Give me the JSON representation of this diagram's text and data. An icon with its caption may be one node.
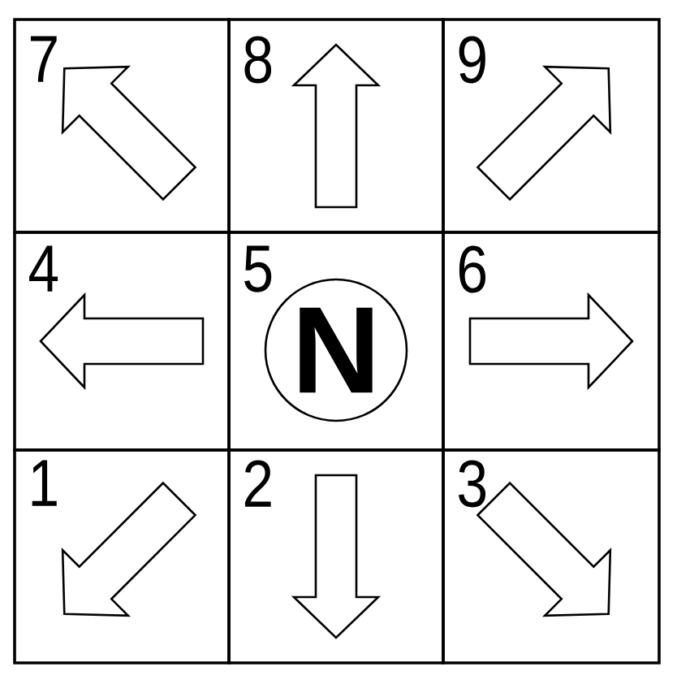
{
  "diagram": {
    "nodes": [
      {
        "text": [
          "7"
        ]
      },
      {
        "text": [
          "8"
        ]
      },
      {
        "text": [
          "9"
        ]
      },
      {
        "text": [
          "4"
        ]
      },
      {
        "text": [
          "5"
        ]
      },
      {
        "text": [
          "N"
        ],
        "in": 4
      },
      {
        "text": [
          "6"
        ]
      },
      {
        "text": [
          "1"
        ]
      },
      {
        "text": [
          "2"
        ]
      },
      {
        "text": [
          "3"
        ]
      }
    ]
  }
}
